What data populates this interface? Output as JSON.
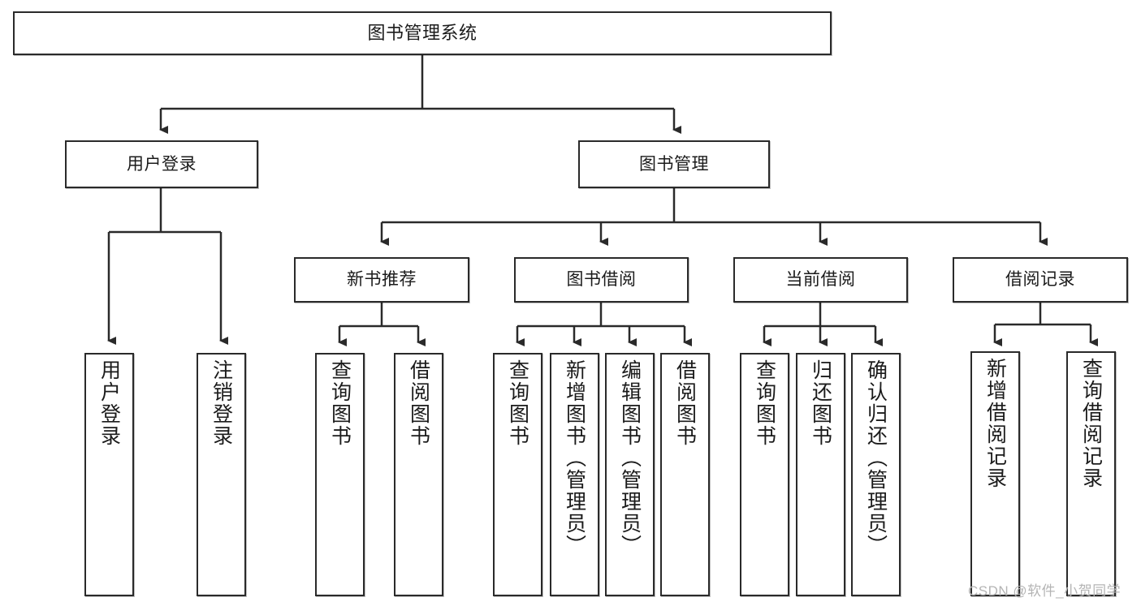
{
  "diagram": {
    "type": "tree",
    "title": "图书管理系统",
    "nodes": {
      "root": {
        "label": "图书管理系统"
      },
      "level1": [
        {
          "id": "user-login",
          "label": "用户登录"
        },
        {
          "id": "book-manage",
          "label": "图书管理"
        }
      ],
      "level2": [
        {
          "id": "new-book-recommend",
          "label": "新书推荐",
          "parent": "book-manage"
        },
        {
          "id": "book-borrow",
          "label": "图书借阅",
          "parent": "book-manage"
        },
        {
          "id": "current-borrow",
          "label": "当前借阅",
          "parent": "book-manage"
        },
        {
          "id": "borrow-record",
          "label": "借阅记录",
          "parent": "book-manage"
        }
      ],
      "leaves": [
        {
          "id": "leaf-user-login",
          "label": "用户登录",
          "parent": "user-login"
        },
        {
          "id": "leaf-logout",
          "label": "注销登录",
          "parent": "user-login"
        },
        {
          "id": "leaf-query-book-1",
          "label": "查询图书",
          "parent": "new-book-recommend"
        },
        {
          "id": "leaf-borrow-book-1",
          "label": "借阅图书",
          "parent": "new-book-recommend"
        },
        {
          "id": "leaf-query-book-2",
          "label": "查询图书",
          "parent": "book-borrow"
        },
        {
          "id": "leaf-add-book",
          "label": "新增图书（管理员）",
          "parent": "book-borrow"
        },
        {
          "id": "leaf-edit-book",
          "label": "编辑图书（管理员）",
          "parent": "book-borrow"
        },
        {
          "id": "leaf-borrow-book-2",
          "label": "借阅图书",
          "parent": "book-borrow"
        },
        {
          "id": "leaf-query-book-3",
          "label": "查询图书",
          "parent": "current-borrow"
        },
        {
          "id": "leaf-return-book",
          "label": "归还图书",
          "parent": "current-borrow"
        },
        {
          "id": "leaf-confirm-return",
          "label": "确认归还（管理员）",
          "parent": "current-borrow"
        },
        {
          "id": "leaf-add-record",
          "label": "新增借阅记录",
          "parent": "borrow-record"
        },
        {
          "id": "leaf-query-record",
          "label": "查询借阅记录",
          "parent": "borrow-record"
        }
      ]
    },
    "colors": {
      "stroke": "#2a2a2a",
      "fill": "#ffffff",
      "text": "#1b1b1b"
    }
  },
  "watermark": {
    "text": "CSDN @软件_小贺同学"
  }
}
